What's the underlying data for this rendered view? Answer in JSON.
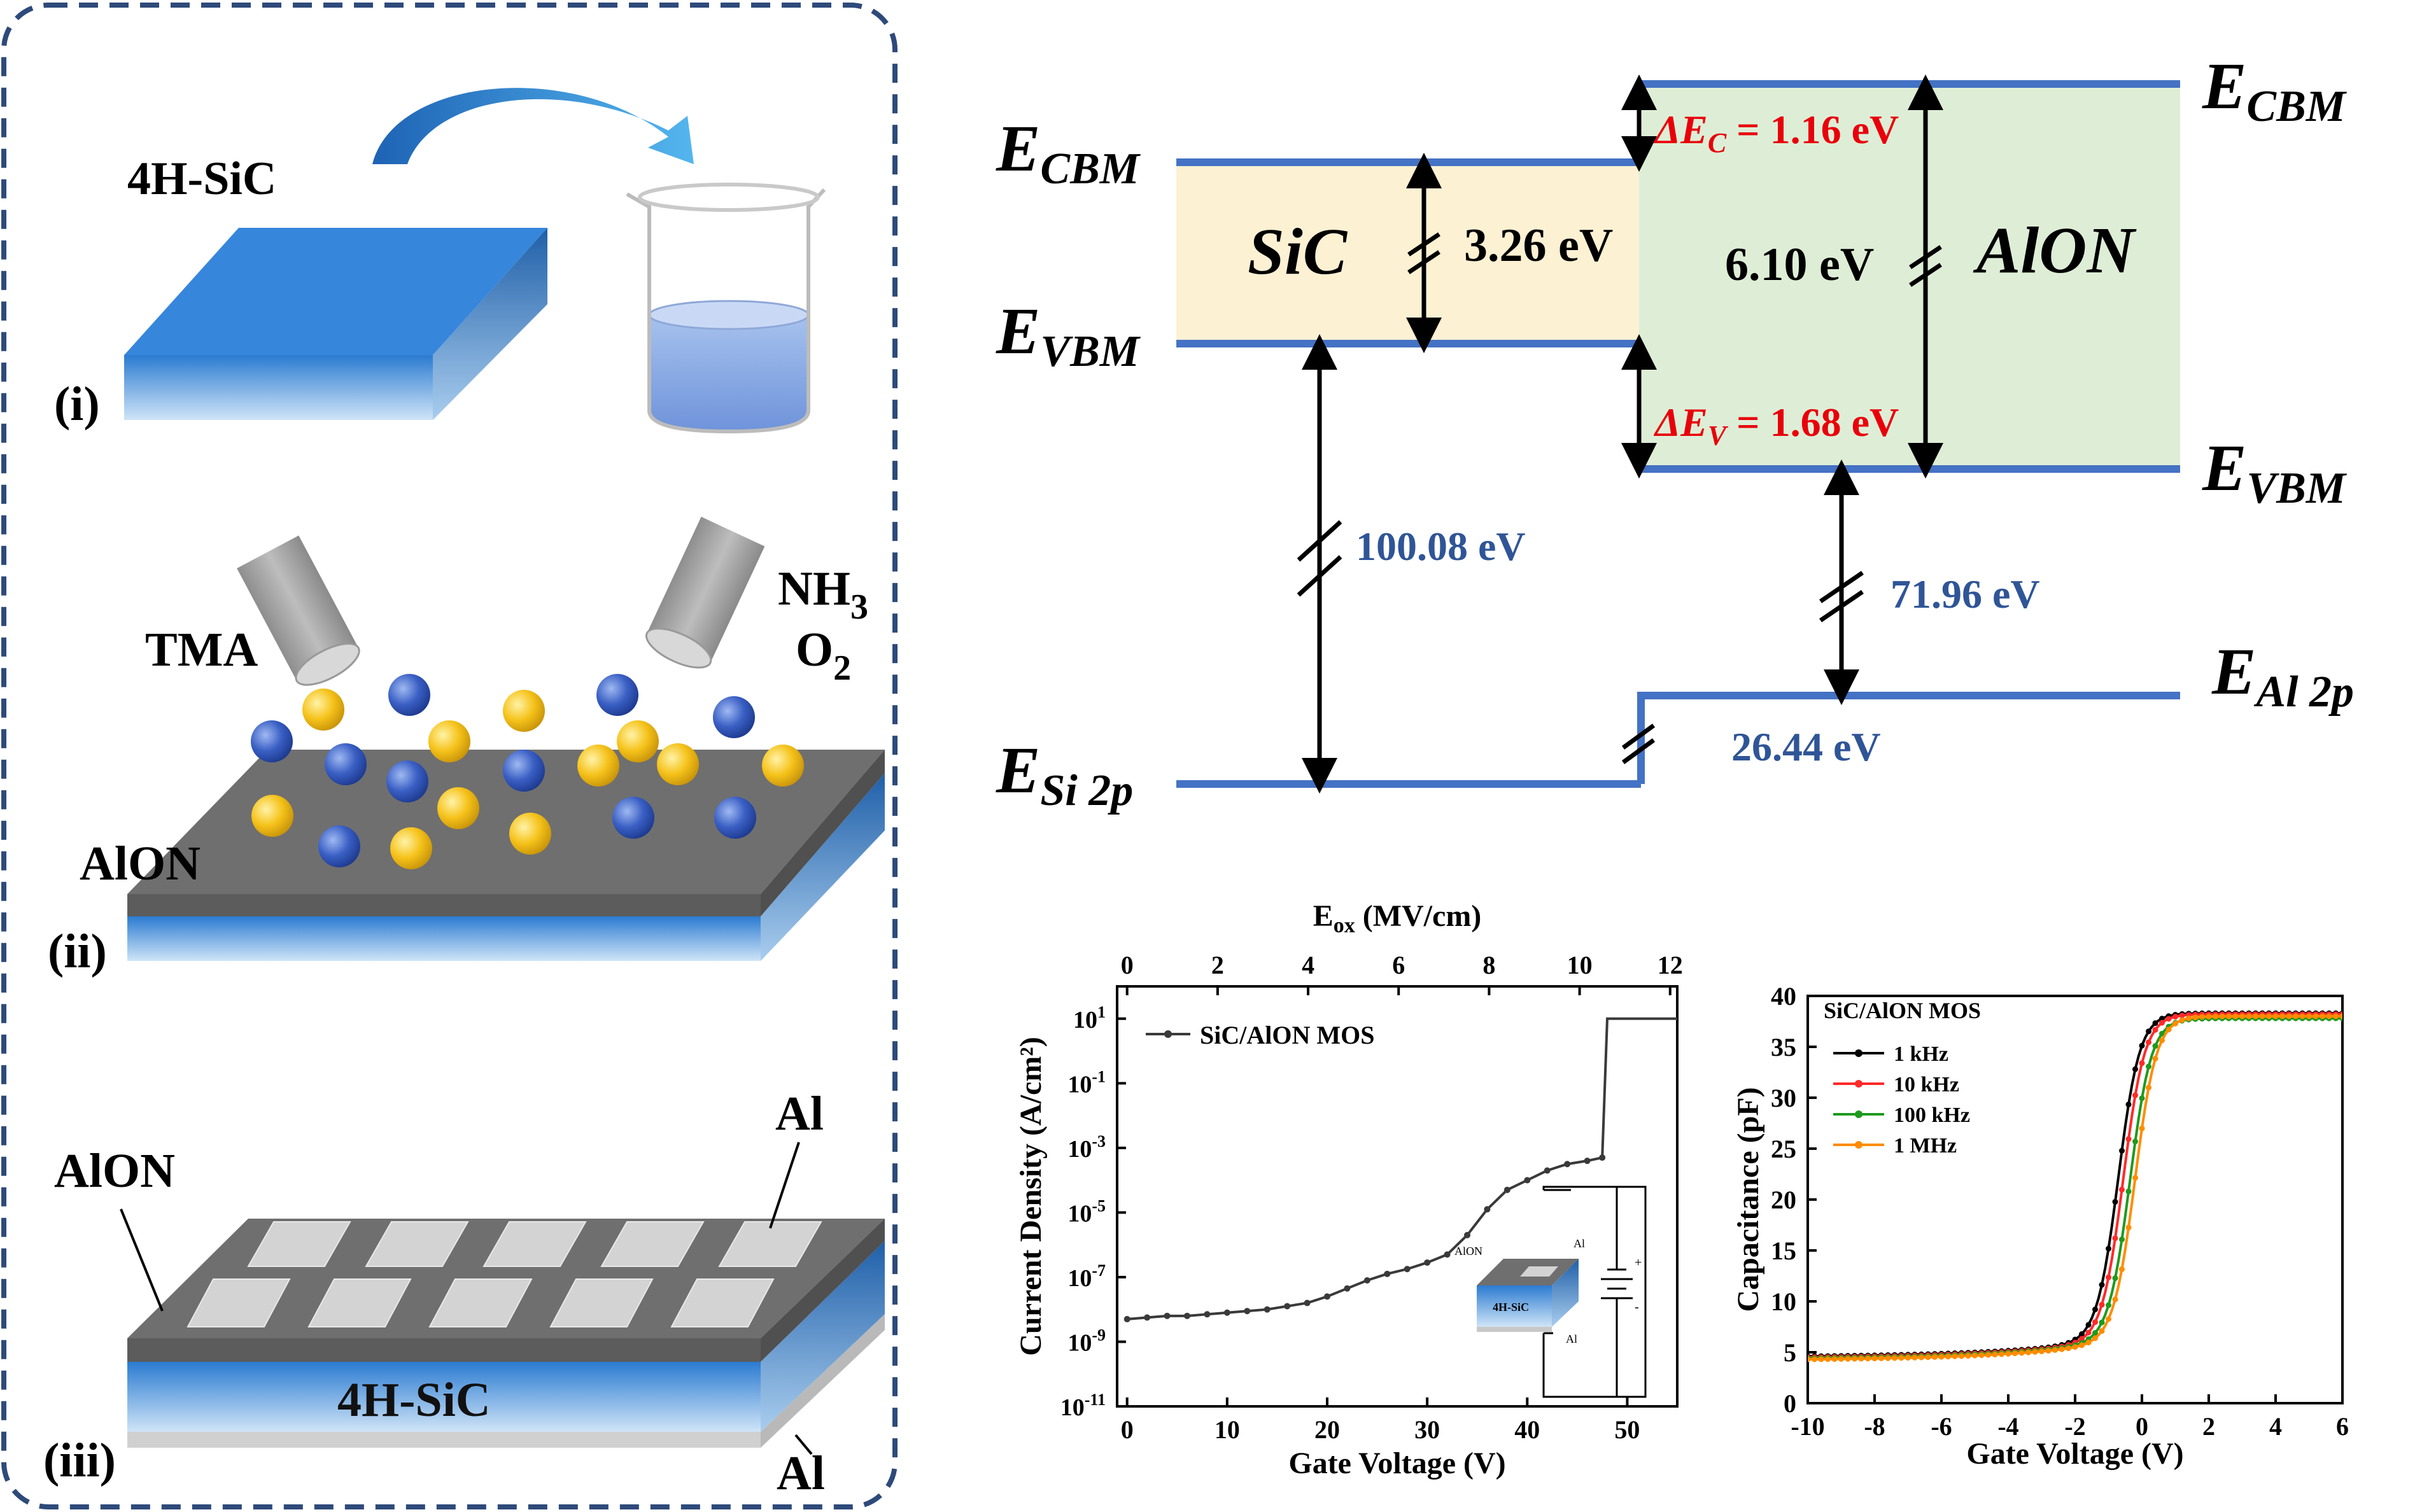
{
  "process": {
    "step_i": "(i)",
    "step_ii": "(ii)",
    "step_iii": "(iii)",
    "substrate_label": "4H-SiC",
    "tma_label": "TMA",
    "nh3_main": "NH",
    "nh3_sub": "3",
    "o2_main": "O",
    "o2_sub": "2",
    "alon_label_ii": "AlON",
    "alon_label_iii": "AlON",
    "sic_label_iii": "4H-SiC",
    "al_top_label": "Al",
    "al_bottom_label": "Al"
  },
  "band": {
    "sic_name": "SiC",
    "alon_name": "AlON",
    "sic_gap": "3.26 eV",
    "alon_gap": "6.10 eV",
    "delta_ec_sym": "ΔE",
    "delta_ec_sub": "C",
    "delta_ec_val": " = 1.16 eV",
    "delta_ev_sym": "ΔE",
    "delta_ev_sub": "V",
    "delta_ev_val": " = 1.68 eV",
    "sic_core": "100.08 eV",
    "alon_core": "71.96 eV",
    "core_offset": "26.44 eV",
    "e": "E",
    "cbm": "CBM",
    "vbm": "VBM",
    "si2p": "Si 2p",
    "al2p": "Al 2p",
    "colors": {
      "sic_fill": "#fdf1d3",
      "alon_fill": "#deeed6",
      "level_line": "#4472c4",
      "offset_text": "#e8000b",
      "core_text": "#2f5597"
    }
  },
  "chart_data": [
    {
      "type": "line",
      "xlabel": "Gate Voltage (V)",
      "ylabel": "Current Density (A/cm²)",
      "top_xlabel_main": "E",
      "top_xlabel_sub": "ox",
      "top_xlabel_rest": " (MV/cm)",
      "xlim": [
        -1,
        55
      ],
      "ylog": true,
      "ylim_exp": [
        -11,
        2
      ],
      "x_ticks": [
        "0",
        "10",
        "20",
        "30",
        "40",
        "50"
      ],
      "top_ticks": [
        "0",
        "2",
        "4",
        "6",
        "8",
        "10",
        "12"
      ],
      "y_tick_exps": [
        "1",
        "-1",
        "-3",
        "-5",
        "-7",
        "-9",
        "-11"
      ],
      "legend_loc": "top-left",
      "inset": {
        "alon": "AlON",
        "al_top": "Al",
        "sic": "4H-SiC",
        "al_bottom": "Al",
        "plus": "+",
        "minus": "-"
      },
      "series": [
        {
          "name": "SiC/AlON MOS",
          "color": "#3a3a3a",
          "points": [
            [
              0,
              -8.3
            ],
            [
              2,
              -8.25
            ],
            [
              4,
              -8.2
            ],
            [
              6,
              -8.2
            ],
            [
              8,
              -8.15
            ],
            [
              10,
              -8.1
            ],
            [
              12,
              -8.05
            ],
            [
              14,
              -8.0
            ],
            [
              16,
              -7.9
            ],
            [
              18,
              -7.8
            ],
            [
              20,
              -7.6
            ],
            [
              22,
              -7.35
            ],
            [
              24,
              -7.1
            ],
            [
              26,
              -6.9
            ],
            [
              28,
              -6.75
            ],
            [
              30,
              -6.55
            ],
            [
              32,
              -6.3
            ],
            [
              34,
              -5.7
            ],
            [
              36,
              -4.9
            ],
            [
              38,
              -4.3
            ],
            [
              40,
              -4.0
            ],
            [
              42,
              -3.7
            ],
            [
              44,
              -3.5
            ],
            [
              46,
              -3.4
            ],
            [
              47.5,
              -3.3
            ],
            [
              48,
              1.0
            ],
            [
              55,
              1.0
            ]
          ]
        }
      ]
    },
    {
      "type": "line",
      "title": "SiC/AlON MOS",
      "xlabel": "Gate Voltage (V)",
      "ylabel": "Capacitance (pF)",
      "xlim": [
        -10,
        6
      ],
      "ylim": [
        0,
        40
      ],
      "x_ticks": [
        "-10",
        "-8",
        "-6",
        "-4",
        "-2",
        "0",
        "2",
        "4",
        "6"
      ],
      "y_ticks": [
        "0",
        "5",
        "10",
        "15",
        "20",
        "25",
        "30",
        "35",
        "40"
      ],
      "legend_loc": "top-left",
      "series": [
        {
          "name": "1 kHz",
          "color": "#000000",
          "vfb": -0.7,
          "cmax": 38.3,
          "cmin": 4.5
        },
        {
          "name": "10 kHz",
          "color": "#ff2a2a",
          "vfb": -0.55,
          "cmax": 38.2,
          "cmin": 4.4
        },
        {
          "name": "100 kHz",
          "color": "#1e9a1e",
          "vfb": -0.35,
          "cmax": 37.8,
          "cmin": 4.3
        },
        {
          "name": "1 MHz",
          "color": "#ff8c00",
          "vfb": -0.2,
          "cmax": 38.0,
          "cmin": 4.2
        }
      ]
    }
  ]
}
